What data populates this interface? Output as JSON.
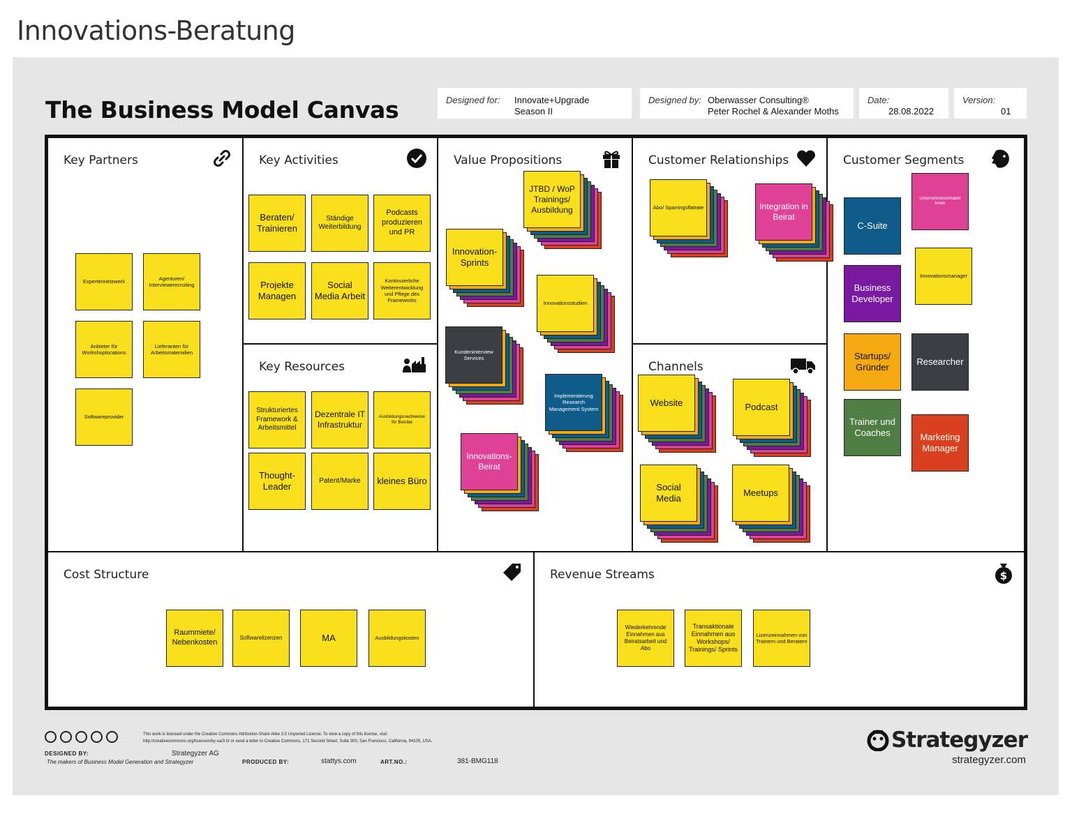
{
  "board_title": "Innovations-Beratung",
  "canvas_title": "The Business Model Canvas",
  "meta": {
    "designed_for_label": "Designed for:",
    "designed_for_line1": "Innovate+Upgrade",
    "designed_for_line2": "Season II",
    "designed_by_label": "Designed by:",
    "designed_by_line1": "Oberwasser Consulting®",
    "designed_by_line2": "Peter Rochel & Alexander Moths",
    "date_label": "Date:",
    "date_value": "28.08.2022",
    "version_label": "Version:",
    "version_value": "01"
  },
  "colors": {
    "yellow": "#f9df1c",
    "pink": "#de4195",
    "blue": "#0f5b8a",
    "purple": "#7a1aa1",
    "orange": "#f4a911",
    "dark": "#3b3f44",
    "green": "#4f7d44",
    "red": "#d8401f",
    "stack_layers": [
      "#f9df1c",
      "#f4a911",
      "#0f5b8a",
      "#4f7d44",
      "#7a1aa1",
      "#de4195",
      "#d8401f"
    ]
  },
  "sections": {
    "key_partners": {
      "title": "Key Partners",
      "icon": "link-icon",
      "notes": [
        "Expertennetzwerk",
        "Agenturen/ Interviewerecruiting",
        "Anbieter für Workshoplocations",
        "Lieferanten für Arbeitsmaterialien",
        "Softwareprovider"
      ]
    },
    "key_activities": {
      "title": "Key Activities",
      "icon": "checkmark-icon",
      "notes": [
        "Beraten/ Trainieren",
        "Ständige Weiterbildung",
        "Podcasts produzieren und PR",
        "Projekte Managen",
        "Social Media Arbeit",
        "Kontinuierliche Weiterentwicklung und Pflege des Frameworks"
      ]
    },
    "key_resources": {
      "title": "Key Resources",
      "icon": "factory-worker-icon",
      "notes": [
        "Strukturiertes Framework & Arbeitsmittel",
        "Dezentrale IT Infrastruktur",
        "Ausbildungsnachweise für Beiräte",
        "Thought-Leader",
        "Patent/Marke",
        "kleines Büro"
      ]
    },
    "value_propositions": {
      "title": "Value Propositions",
      "icon": "gift-icon",
      "notes": [
        "JTBD / WoP Trainings/ Ausbildung",
        "Innovation-Sprints",
        "Innovationsstudien",
        "Kundeninterview Services",
        "Implementierung Research Management System",
        "Innovations-Beirat"
      ]
    },
    "customer_relationships": {
      "title": "Customer Relationships",
      "icon": "heart-icon",
      "notes": [
        "Abo/ Sparringsflatrate",
        "Integration in Beirat"
      ]
    },
    "channels": {
      "title": "Channels",
      "icon": "truck-icon",
      "notes": [
        "Website",
        "Podcast",
        "Social Media",
        "Meetups"
      ]
    },
    "customer_segments": {
      "title": "Customer Segments",
      "icon": "face-icon",
      "notes": [
        "Unternehmensinhaber Innen",
        "C-Suite",
        "Innovationsmanager",
        "Business Developer",
        "Startups/ Gründer",
        "Researcher",
        "Trainer und Coaches",
        "Marketing Manager"
      ]
    },
    "cost_structure": {
      "title": "Cost Structure",
      "icon": "price-tag-icon",
      "notes": [
        "Raummiete/ Nebenkosten",
        "Softwarelizenzen",
        "MA",
        "Ausbildungskosten"
      ]
    },
    "revenue_streams": {
      "title": "Revenue Streams",
      "icon": "money-bag-icon",
      "notes": [
        "Wiederkehrende Einnahmen aus Beiratsarbeit und Abo",
        "Transaktionale Einnahmen aus Workshops/ Trainings/ Sprints",
        "Lizenzeinnahmen von Trainern und Beratern"
      ]
    }
  },
  "footer": {
    "license_line1": "This work is licensed under the Creative Commons Attribution-Share Alike 3.0 Unported License. To view a copy of this license, visit:",
    "license_line2": "http://creativecommons.org/licenses/by-sa/3.0/ or send a letter to Creative Commons, 171 Second Street, Suite 300, San Francisco, California, 94105, USA.",
    "designed_by_label": "DESIGNED BY:",
    "designed_by_value": "Strategyzer AG",
    "designed_by_sub": "The makers of Business Model Generation and Strategyzer",
    "produced_by_label": "PRODUCED BY:",
    "produced_by_value": "stattys.com",
    "art_no_label": "ART.NO.:",
    "art_no_value": "381-BMG118",
    "brand": "Strategyzer",
    "brand_url": "strategyzer.com"
  }
}
